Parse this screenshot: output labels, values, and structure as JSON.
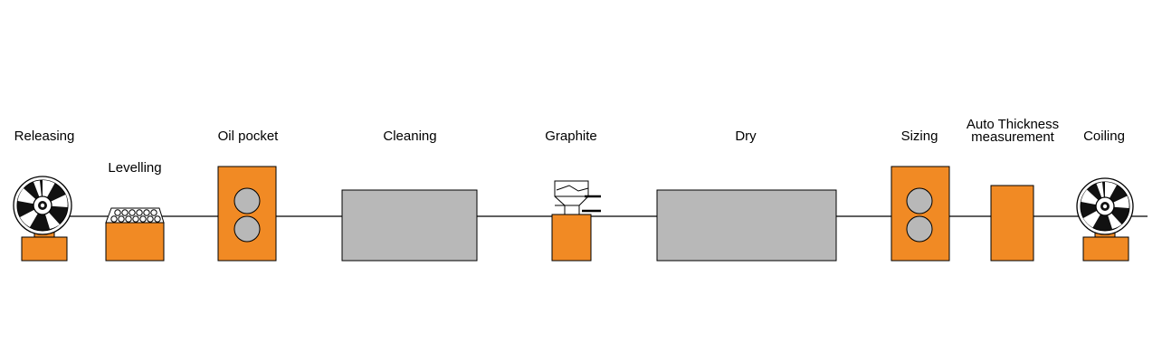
{
  "colors": {
    "accent": "#f18a24",
    "process_box": "#b8b8b8",
    "line": "#000000",
    "background": "#ffffff"
  },
  "stages": [
    {
      "id": "releasing",
      "label": "Releasing",
      "icon": "reel-icon"
    },
    {
      "id": "levelling",
      "label": "Levelling",
      "icon": "roller-leveller-icon"
    },
    {
      "id": "oil_pocket",
      "label": "Oil pocket",
      "icon": "roller-pair-icon"
    },
    {
      "id": "cleaning",
      "label": "Cleaning",
      "icon": "process-box-icon"
    },
    {
      "id": "graphite",
      "label": "Graphite",
      "icon": "hopper-icon"
    },
    {
      "id": "dry",
      "label": "Dry",
      "icon": "process-box-icon"
    },
    {
      "id": "sizing",
      "label": "Sizing",
      "icon": "roller-pair-icon"
    },
    {
      "id": "auto_thickness",
      "label": "Auto Thickness measurement",
      "label_line1": "Auto Thickness",
      "label_line2": "measurement",
      "icon": "gauge-box-icon"
    },
    {
      "id": "coiling",
      "label": "Coiling",
      "icon": "reel-icon"
    }
  ]
}
